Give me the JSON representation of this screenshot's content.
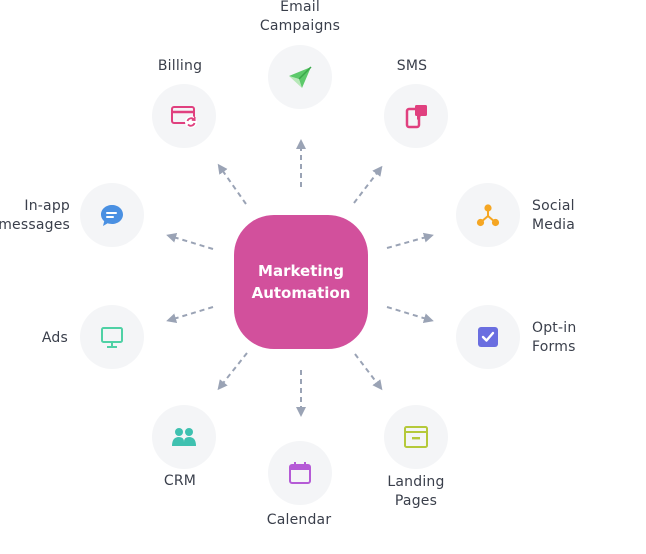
{
  "hub": {
    "label": "Marketing\nAutomation",
    "color": "#d2509c"
  },
  "channels": {
    "email": {
      "label": "Email\nCampaigns",
      "icon": "paper-plane-icon",
      "color": "#5cc96a"
    },
    "sms": {
      "label": "SMS",
      "icon": "phone-chat-icon",
      "color": "#e0407f"
    },
    "social": {
      "label": "Social\nMedia",
      "icon": "share-network-icon",
      "color": "#f5a623"
    },
    "optin": {
      "label": "Opt-in\nForms",
      "icon": "checkbox-icon",
      "color": "#6a6ee0"
    },
    "landing": {
      "label": "Landing\nPages",
      "icon": "browser-window-icon",
      "color": "#b5c93a"
    },
    "calendar": {
      "label": "Calendar",
      "icon": "calendar-icon",
      "color": "#b55bd6"
    },
    "crm": {
      "label": "CRM",
      "icon": "users-icon",
      "color": "#3fc1b0"
    },
    "ads": {
      "label": "Ads",
      "icon": "monitor-icon",
      "color": "#4fd1a5"
    },
    "inapp": {
      "label": "In-app\nmessages",
      "icon": "chat-bubble-icon",
      "color": "#4a90e2"
    },
    "billing": {
      "label": "Billing",
      "icon": "card-refresh-icon",
      "color": "#e0407f"
    }
  },
  "arrow_color": "#9aa3b5"
}
